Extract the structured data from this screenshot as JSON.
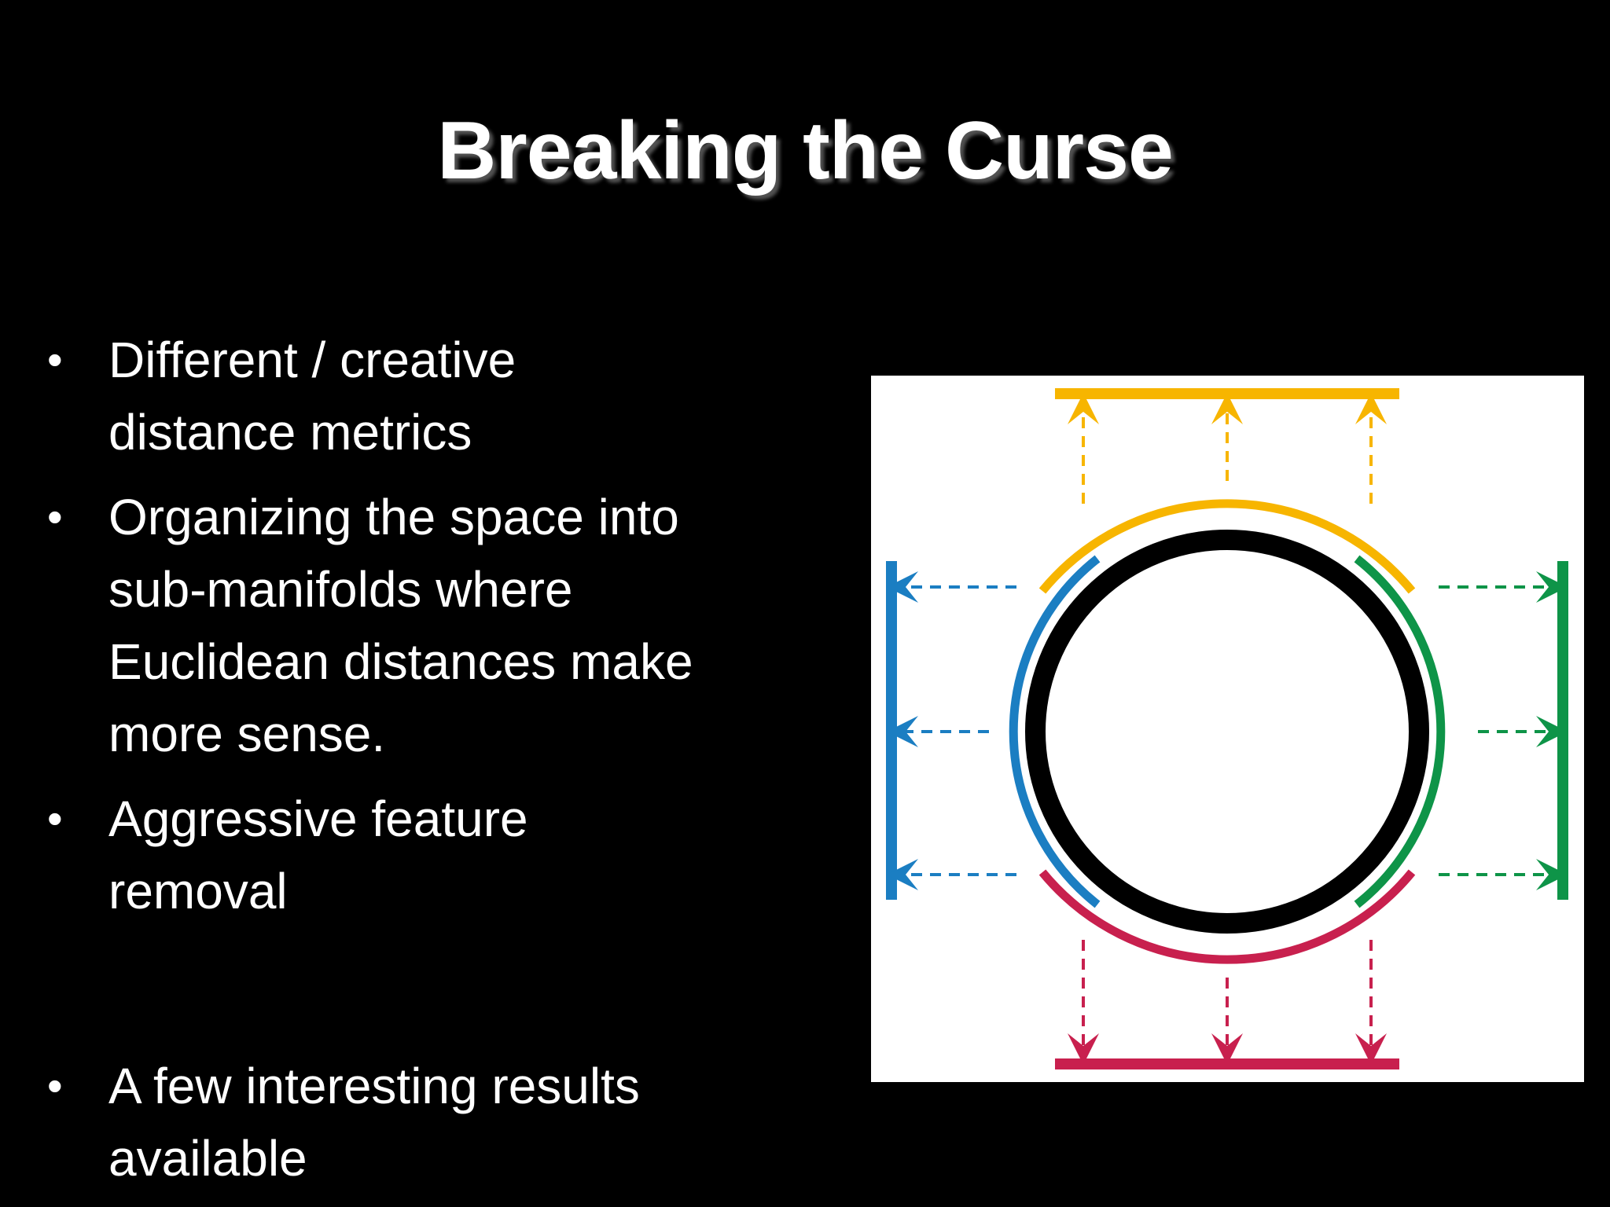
{
  "slide": {
    "title": "Breaking the Curse",
    "bullets": [
      "Different / creative distance metrics",
      "Organizing the space into sub-manifolds where Euclidean distances make more sense.",
      "Aggressive feature removal",
      "A few interesting results available"
    ],
    "bullet_symbol": "•"
  },
  "figure": {
    "description_icon": "circle-projection-diagram-icon",
    "colors": {
      "top": "#F7B500",
      "left": "#1B7EC2",
      "right": "#0E9448",
      "bottom": "#C8204E",
      "circle": "#000000",
      "background": "#FFFFFF"
    }
  }
}
